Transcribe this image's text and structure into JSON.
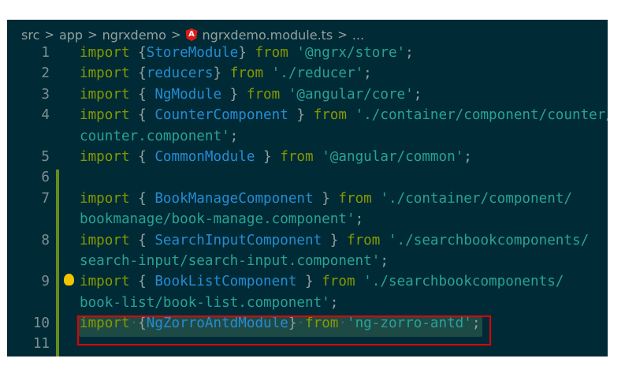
{
  "breadcrumb": [
    "src",
    "app",
    "ngrxdemo",
    "ngrxdemo.module.ts",
    "..."
  ],
  "breadcrumb_icon": "angular-icon",
  "colors": {
    "background": "#002b36",
    "keyword": "#859900",
    "identifier": "#268bd2",
    "string": "#2aa198",
    "highlight_box": "#e00000"
  },
  "lines": [
    {
      "n": "1",
      "t": [
        [
          "kw",
          "import"
        ],
        [
          "pn",
          " {"
        ],
        [
          "id",
          "StoreModule"
        ],
        [
          "pn",
          "} "
        ],
        [
          "kw",
          "from"
        ],
        [
          "str",
          " '@ngrx/store'"
        ],
        [
          "pn",
          ";"
        ]
      ]
    },
    {
      "n": "2",
      "t": [
        [
          "kw",
          "import"
        ],
        [
          "pn",
          " {"
        ],
        [
          "id",
          "reducers"
        ],
        [
          "pn",
          "} "
        ],
        [
          "kw",
          "from"
        ],
        [
          "str",
          " './reducer'"
        ],
        [
          "pn",
          ";"
        ]
      ]
    },
    {
      "n": "3",
      "t": [
        [
          "kw",
          "import"
        ],
        [
          "pn",
          " { "
        ],
        [
          "id",
          "NgModule"
        ],
        [
          "pn",
          " } "
        ],
        [
          "kw",
          "from"
        ],
        [
          "str",
          " '@angular/core'"
        ],
        [
          "pn",
          ";"
        ]
      ]
    },
    {
      "n": "4",
      "t": [
        [
          "kw",
          "import"
        ],
        [
          "pn",
          " { "
        ],
        [
          "id",
          "CounterComponent"
        ],
        [
          "pn",
          " } "
        ],
        [
          "kw",
          "from"
        ],
        [
          "str",
          " './container/component/counter/"
        ]
      ]
    },
    {
      "n": "",
      "t": [
        [
          "str",
          "counter.component'"
        ],
        [
          "pn",
          ";"
        ]
      ]
    },
    {
      "n": "5",
      "t": [
        [
          "kw",
          "import"
        ],
        [
          "pn",
          " { "
        ],
        [
          "id",
          "CommonModule"
        ],
        [
          "pn",
          " } "
        ],
        [
          "kw",
          "from"
        ],
        [
          "str",
          " '@angular/common'"
        ],
        [
          "pn",
          ";"
        ]
      ]
    },
    {
      "n": "6",
      "t": []
    },
    {
      "n": "7",
      "t": [
        [
          "kw",
          "import"
        ],
        [
          "pn",
          " { "
        ],
        [
          "id",
          "BookManageComponent"
        ],
        [
          "pn",
          " } "
        ],
        [
          "kw",
          "from"
        ],
        [
          "str",
          " './container/component/"
        ]
      ]
    },
    {
      "n": "",
      "t": [
        [
          "str",
          "bookmanage/book-manage.component'"
        ],
        [
          "pn",
          ";"
        ]
      ]
    },
    {
      "n": "8",
      "t": [
        [
          "kw",
          "import"
        ],
        [
          "pn",
          " { "
        ],
        [
          "id",
          "SearchInputComponent"
        ],
        [
          "pn",
          " } "
        ],
        [
          "kw",
          "from"
        ],
        [
          "str",
          " './searchbookcomponents/"
        ]
      ]
    },
    {
      "n": "",
      "t": [
        [
          "str",
          "search-input/search-input.component'"
        ],
        [
          "pn",
          ";"
        ]
      ]
    },
    {
      "n": "9",
      "t": [
        [
          "kw",
          "import"
        ],
        [
          "pn",
          " { "
        ],
        [
          "id",
          "BookListComponent"
        ],
        [
          "pn",
          " } "
        ],
        [
          "kw",
          "from"
        ],
        [
          "str",
          " './searchbookcomponents/"
        ]
      ]
    },
    {
      "n": "",
      "t": [
        [
          "str",
          "book-list/book-list.component'"
        ],
        [
          "pn",
          ";"
        ]
      ]
    },
    {
      "n": "10",
      "t": [
        [
          "kw",
          "import"
        ],
        [
          "ws",
          "·"
        ],
        [
          "pn",
          "{"
        ],
        [
          "id",
          "NgZorroAntdModule"
        ],
        [
          "pn",
          "}"
        ],
        [
          "ws",
          "·"
        ],
        [
          "kw",
          "from"
        ],
        [
          "ws",
          "·"
        ],
        [
          "str",
          "'ng-zorro-antd'"
        ],
        [
          "pn",
          ";"
        ]
      ]
    },
    {
      "n": "11",
      "t": []
    }
  ]
}
